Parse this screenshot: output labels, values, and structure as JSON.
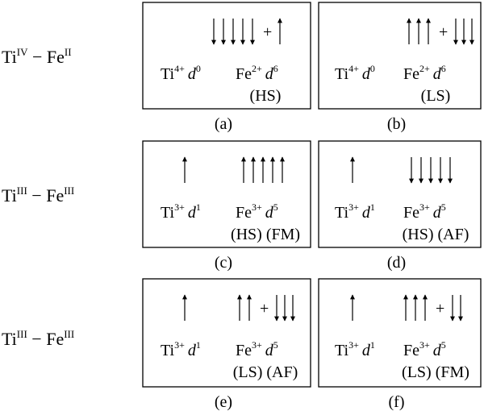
{
  "row_labels": [
    {
      "ion1": "Ti",
      "ox1": "IV",
      "dash": " − ",
      "ion2": "Fe",
      "ox2": "II"
    },
    {
      "ion1": "Ti",
      "ox1": "III",
      "dash": " − ",
      "ion2": "Fe",
      "ox2": "III"
    },
    {
      "ion1": "Ti",
      "ox1": "III",
      "dash": " − ",
      "ion2": "Fe",
      "ox2": "III"
    }
  ],
  "panels": [
    {
      "caption": "(a)",
      "ti": {
        "ion": "Ti",
        "charge": "4+",
        "orb": "d",
        "n": "0"
      },
      "fe": {
        "ion": "Fe",
        "charge": "2+",
        "orb": "d",
        "n": "6"
      },
      "state": "(HS)",
      "ti_arrows": [],
      "fe_arrows": [
        "down",
        "down",
        "down",
        "down",
        "down"
      ],
      "plus": "+",
      "fe_arrows2": [
        "up"
      ]
    },
    {
      "caption": "(b)",
      "ti": {
        "ion": "Ti",
        "charge": "4+",
        "orb": "d",
        "n": "0"
      },
      "fe": {
        "ion": "Fe",
        "charge": "2+",
        "orb": "d",
        "n": "6"
      },
      "state": "(LS)",
      "ti_arrows": [],
      "fe_arrows": [
        "up",
        "up",
        "up"
      ],
      "plus": "+",
      "fe_arrows2": [
        "down",
        "down",
        "down"
      ]
    },
    {
      "caption": "(c)",
      "ti": {
        "ion": "Ti",
        "charge": "3+",
        "orb": "d",
        "n": "1"
      },
      "fe": {
        "ion": "Fe",
        "charge": "3+",
        "orb": "d",
        "n": "5"
      },
      "state": "(HS) (FM)",
      "ti_arrows": [
        "up"
      ],
      "fe_arrows": [
        "up",
        "up",
        "up",
        "up",
        "up"
      ],
      "plus": "",
      "fe_arrows2": []
    },
    {
      "caption": "(d)",
      "ti": {
        "ion": "Ti",
        "charge": "3+",
        "orb": "d",
        "n": "1"
      },
      "fe": {
        "ion": "Fe",
        "charge": "3+",
        "orb": "d",
        "n": "5"
      },
      "state": "(HS) (AF)",
      "ti_arrows": [
        "up"
      ],
      "fe_arrows": [
        "down",
        "down",
        "down",
        "down",
        "down"
      ],
      "plus": "",
      "fe_arrows2": []
    },
    {
      "caption": "(e)",
      "ti": {
        "ion": "Ti",
        "charge": "3+",
        "orb": "d",
        "n": "1"
      },
      "fe": {
        "ion": "Fe",
        "charge": "3+",
        "orb": "d",
        "n": "5"
      },
      "state": "(LS) (AF)",
      "ti_arrows": [
        "up"
      ],
      "fe_arrows": [
        "up",
        "up"
      ],
      "plus": "+",
      "fe_arrows2": [
        "down",
        "down",
        "down"
      ]
    },
    {
      "caption": "(f)",
      "ti": {
        "ion": "Ti",
        "charge": "3+",
        "orb": "d",
        "n": "1"
      },
      "fe": {
        "ion": "Fe",
        "charge": "3+",
        "orb": "d",
        "n": "5"
      },
      "state": "(LS) (FM)",
      "ti_arrows": [
        "up"
      ],
      "fe_arrows": [
        "up",
        "up",
        "up"
      ],
      "plus": "+",
      "fe_arrows2": [
        "down",
        "down"
      ]
    }
  ]
}
